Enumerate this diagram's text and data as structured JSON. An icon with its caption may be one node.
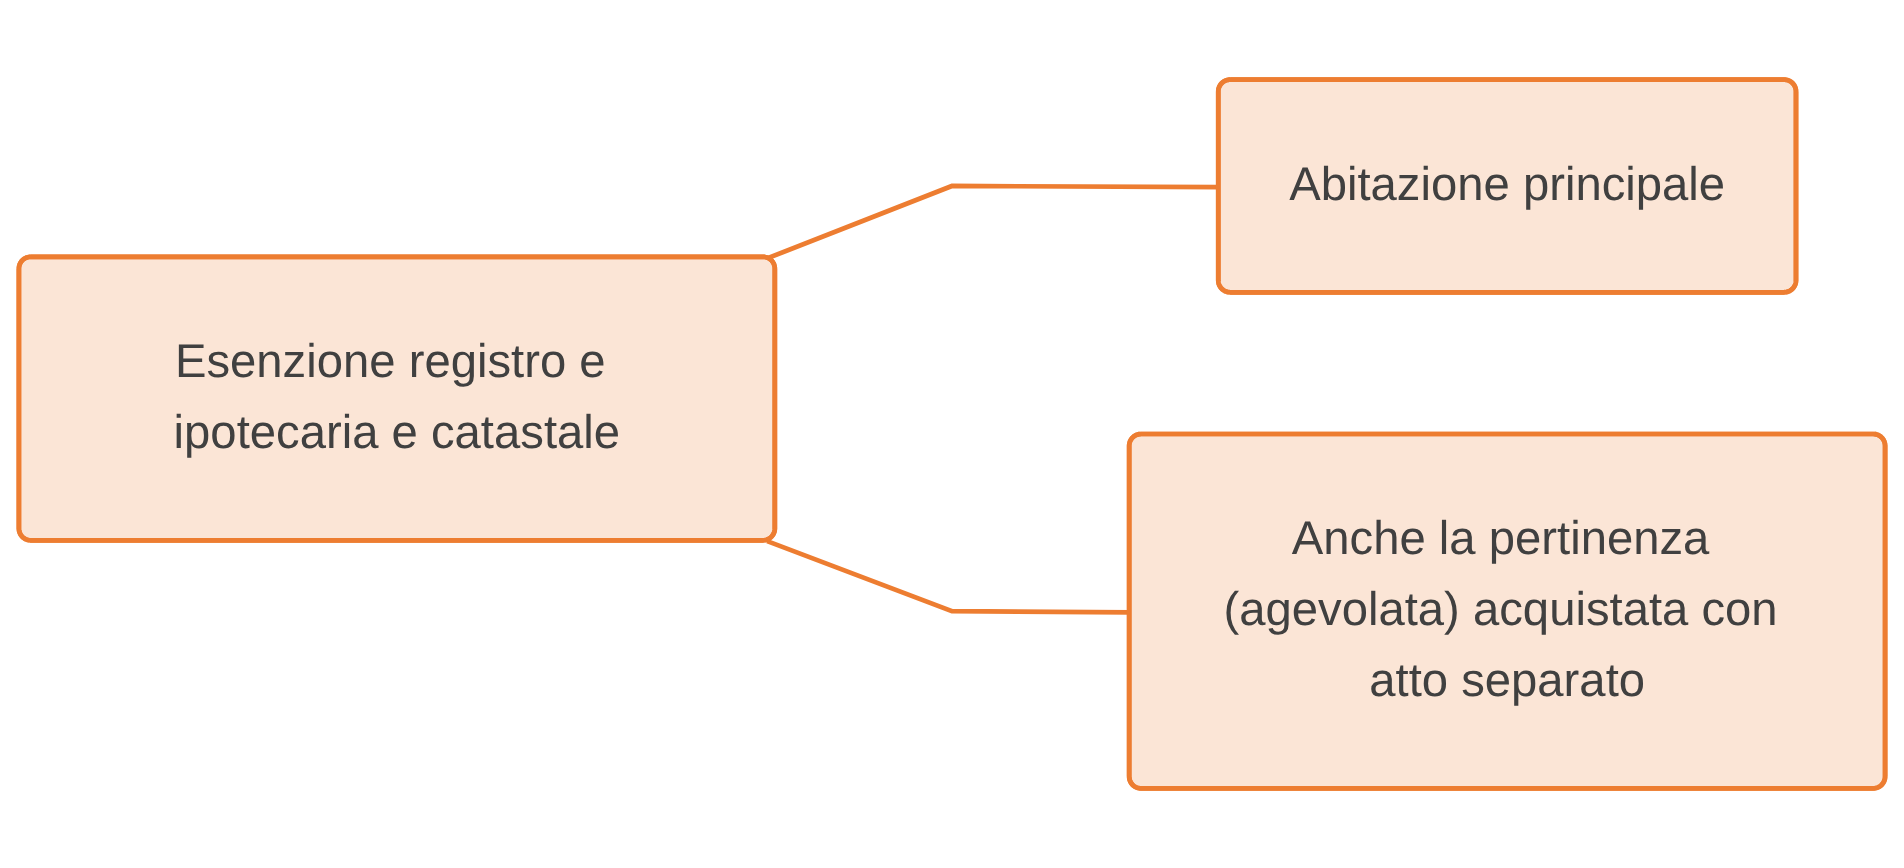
{
  "diagram": {
    "nodes": [
      {
        "text": [
          "Esenzione registro e ipotecaria e catastale"
        ]
      },
      {
        "text": [
          "Abitazione principale"
        ]
      },
      {
        "text": [
          "Anche la pertinenza (agevolata) acquistata con atto separato"
        ]
      }
    ],
    "edges": [
      {
        "from": 0,
        "to": 1,
        "arrow": "none"
      },
      {
        "from": 0,
        "to": 2,
        "arrow": "none"
      }
    ]
  }
}
